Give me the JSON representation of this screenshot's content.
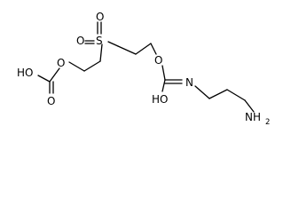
{
  "molecule": {
    "atoms": {
      "carbonic_acid_oh": "HO",
      "carbonyl_o_left": "O",
      "ester_o_left": "O",
      "sulfonyl_o_top": "O",
      "sulfur": "S",
      "sulfonyl_o_left": "O",
      "ester_o_right": "O",
      "carbamate_oh": "HO",
      "imine_n": "N",
      "amine_n": "NH",
      "amine_h_count": "2"
    }
  }
}
